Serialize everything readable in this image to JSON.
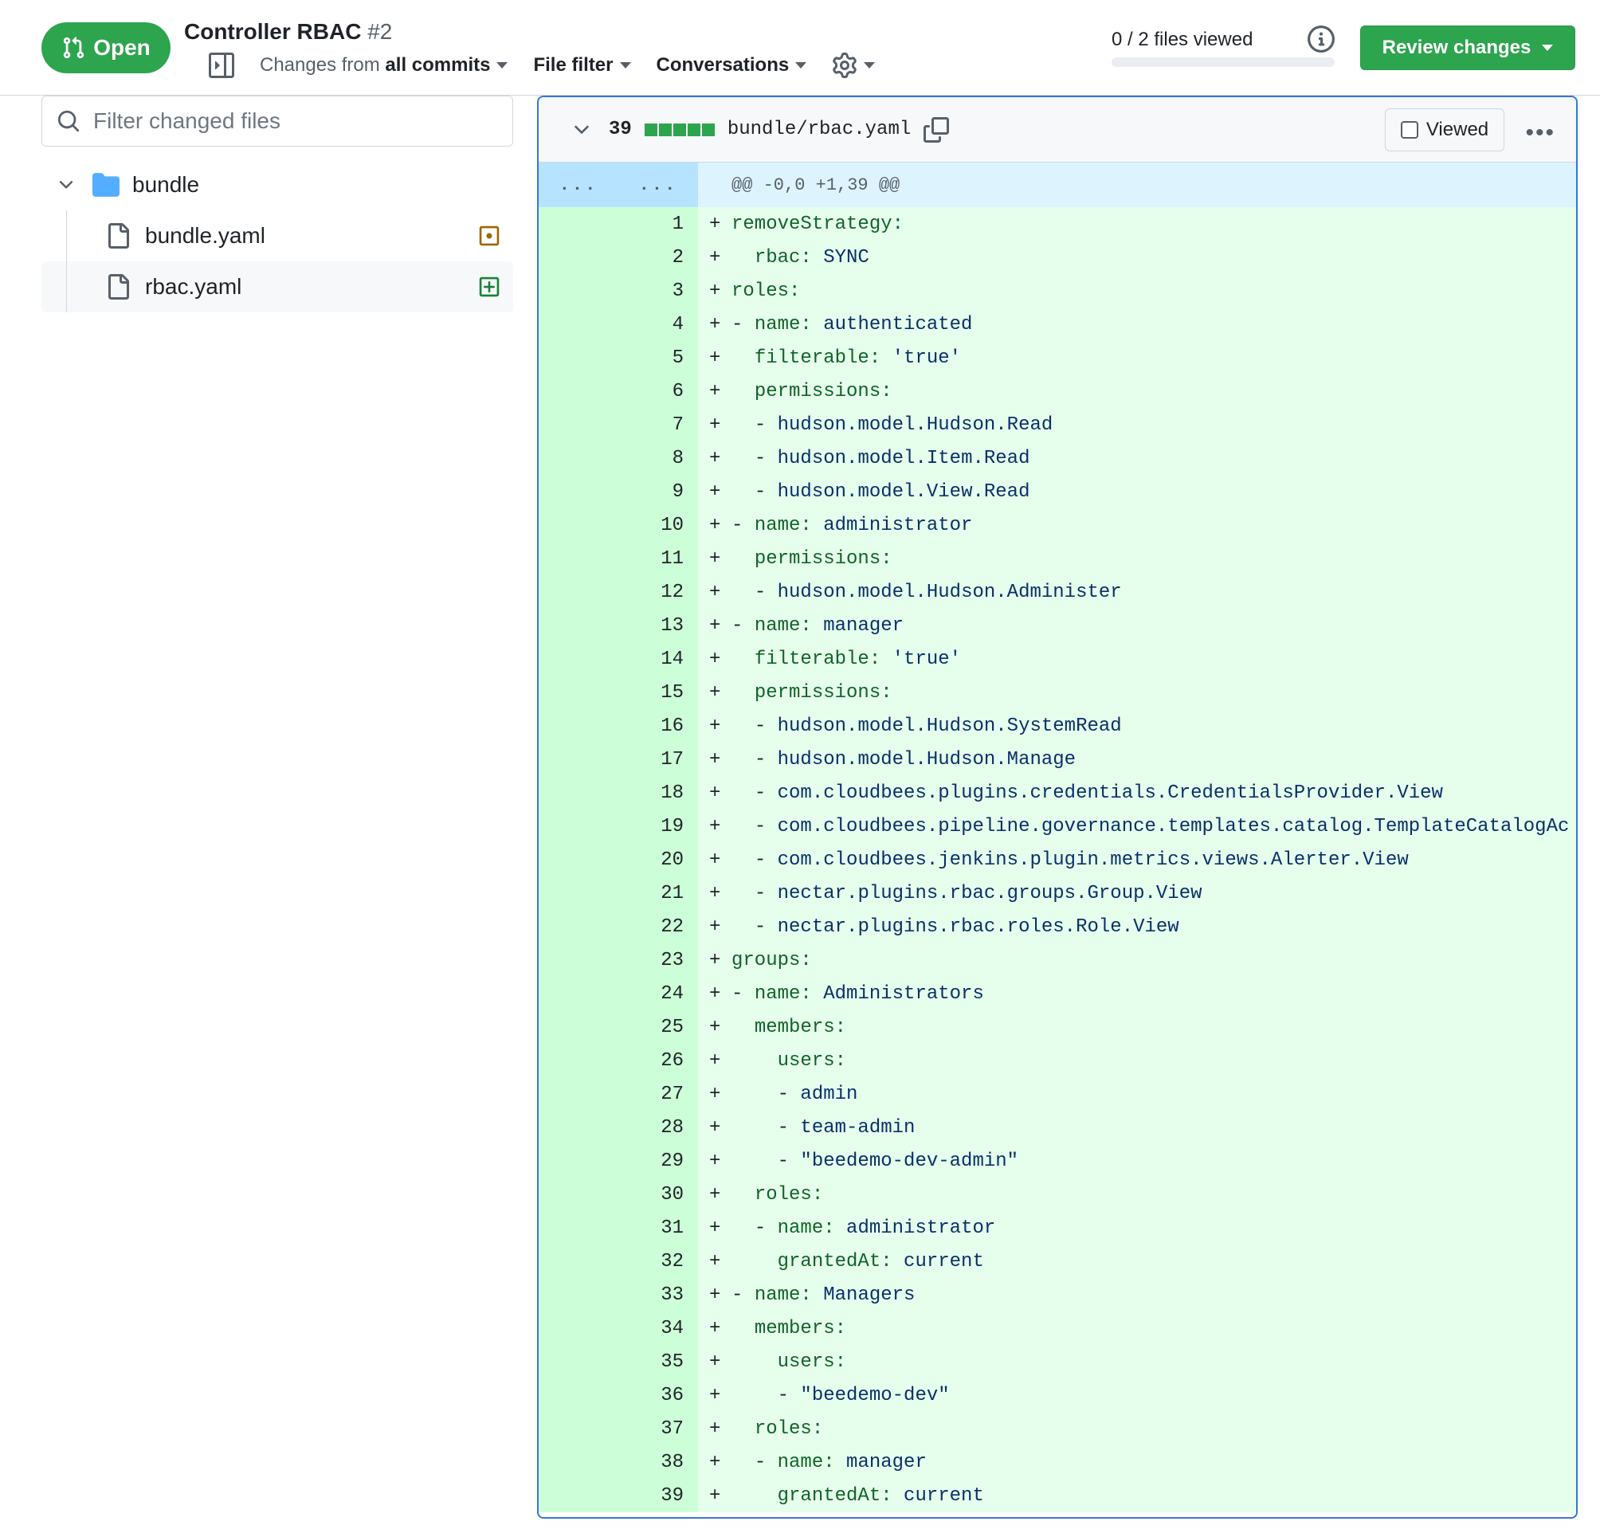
{
  "header": {
    "state": "Open",
    "title": "Controller RBAC",
    "number": "#2",
    "changes_prefix": "Changes from",
    "changes_value": "all commits",
    "file_filter": "File filter",
    "conversations": "Conversations",
    "files_viewed": "0 / 2 files viewed",
    "viewed_progress": 0,
    "review_button": "Review changes"
  },
  "sidebar": {
    "filter_placeholder": "Filter changed files",
    "folder": "bundle",
    "files": [
      {
        "name": "bundle.yaml",
        "status": "modified"
      },
      {
        "name": "rbac.yaml",
        "status": "added"
      }
    ]
  },
  "diff": {
    "count": "39",
    "file": "bundle/rbac.yaml",
    "viewed_label": "Viewed",
    "hunk_left": "...",
    "hunk_right": "...",
    "hunk": "@@ -0,0 +1,39 @@",
    "lines": [
      {
        "n": "1",
        "indent": "",
        "dash": "",
        "key": "removeStrategy:",
        "val": ""
      },
      {
        "n": "2",
        "indent": "  ",
        "dash": "",
        "key": "rbac:",
        "val": " SYNC"
      },
      {
        "n": "3",
        "indent": "",
        "dash": "",
        "key": "roles:",
        "val": ""
      },
      {
        "n": "4",
        "indent": "",
        "dash": "- ",
        "key": "name:",
        "val": " authenticated"
      },
      {
        "n": "5",
        "indent": "  ",
        "dash": "",
        "key": "filterable:",
        "val": " 'true'"
      },
      {
        "n": "6",
        "indent": "  ",
        "dash": "",
        "key": "permissions:",
        "val": ""
      },
      {
        "n": "7",
        "indent": "  ",
        "dash": "- ",
        "key": "",
        "val": "hudson.model.Hudson.Read"
      },
      {
        "n": "8",
        "indent": "  ",
        "dash": "- ",
        "key": "",
        "val": "hudson.model.Item.Read"
      },
      {
        "n": "9",
        "indent": "  ",
        "dash": "- ",
        "key": "",
        "val": "hudson.model.View.Read"
      },
      {
        "n": "10",
        "indent": "",
        "dash": "- ",
        "key": "name:",
        "val": " administrator"
      },
      {
        "n": "11",
        "indent": "  ",
        "dash": "",
        "key": "permissions:",
        "val": ""
      },
      {
        "n": "12",
        "indent": "  ",
        "dash": "- ",
        "key": "",
        "val": "hudson.model.Hudson.Administer"
      },
      {
        "n": "13",
        "indent": "",
        "dash": "- ",
        "key": "name:",
        "val": " manager"
      },
      {
        "n": "14",
        "indent": "  ",
        "dash": "",
        "key": "filterable:",
        "val": " 'true'"
      },
      {
        "n": "15",
        "indent": "  ",
        "dash": "",
        "key": "permissions:",
        "val": ""
      },
      {
        "n": "16",
        "indent": "  ",
        "dash": "- ",
        "key": "",
        "val": "hudson.model.Hudson.SystemRead"
      },
      {
        "n": "17",
        "indent": "  ",
        "dash": "- ",
        "key": "",
        "val": "hudson.model.Hudson.Manage"
      },
      {
        "n": "18",
        "indent": "  ",
        "dash": "- ",
        "key": "",
        "val": "com.cloudbees.plugins.credentials.CredentialsProvider.View"
      },
      {
        "n": "19",
        "indent": "  ",
        "dash": "- ",
        "key": "",
        "val": "com.cloudbees.pipeline.governance.templates.catalog.TemplateCatalogAc"
      },
      {
        "n": "20",
        "indent": "  ",
        "dash": "- ",
        "key": "",
        "val": "com.cloudbees.jenkins.plugin.metrics.views.Alerter.View"
      },
      {
        "n": "21",
        "indent": "  ",
        "dash": "- ",
        "key": "",
        "val": "nectar.plugins.rbac.groups.Group.View"
      },
      {
        "n": "22",
        "indent": "  ",
        "dash": "- ",
        "key": "",
        "val": "nectar.plugins.rbac.roles.Role.View"
      },
      {
        "n": "23",
        "indent": "",
        "dash": "",
        "key": "groups:",
        "val": ""
      },
      {
        "n": "24",
        "indent": "",
        "dash": "- ",
        "key": "name:",
        "val": " Administrators"
      },
      {
        "n": "25",
        "indent": "  ",
        "dash": "",
        "key": "members:",
        "val": ""
      },
      {
        "n": "26",
        "indent": "    ",
        "dash": "",
        "key": "users:",
        "val": ""
      },
      {
        "n": "27",
        "indent": "    ",
        "dash": "- ",
        "key": "",
        "val": "admin"
      },
      {
        "n": "28",
        "indent": "    ",
        "dash": "- ",
        "key": "",
        "val": "team-admin"
      },
      {
        "n": "29",
        "indent": "    ",
        "dash": "- ",
        "key": "",
        "val": "\"beedemo-dev-admin\""
      },
      {
        "n": "30",
        "indent": "  ",
        "dash": "",
        "key": "roles:",
        "val": ""
      },
      {
        "n": "31",
        "indent": "  ",
        "dash": "- ",
        "key": "name:",
        "val": " administrator"
      },
      {
        "n": "32",
        "indent": "    ",
        "dash": "",
        "key": "grantedAt:",
        "val": " current"
      },
      {
        "n": "33",
        "indent": "",
        "dash": "- ",
        "key": "name:",
        "val": " Managers"
      },
      {
        "n": "34",
        "indent": "  ",
        "dash": "",
        "key": "members:",
        "val": ""
      },
      {
        "n": "35",
        "indent": "    ",
        "dash": "",
        "key": "users:",
        "val": ""
      },
      {
        "n": "36",
        "indent": "    ",
        "dash": "- ",
        "key": "",
        "val": "\"beedemo-dev\""
      },
      {
        "n": "37",
        "indent": "  ",
        "dash": "",
        "key": "roles:",
        "val": ""
      },
      {
        "n": "38",
        "indent": "  ",
        "dash": "- ",
        "key": "name:",
        "val": " manager"
      },
      {
        "n": "39",
        "indent": "    ",
        "dash": "",
        "key": "grantedAt:",
        "val": " current"
      }
    ]
  }
}
